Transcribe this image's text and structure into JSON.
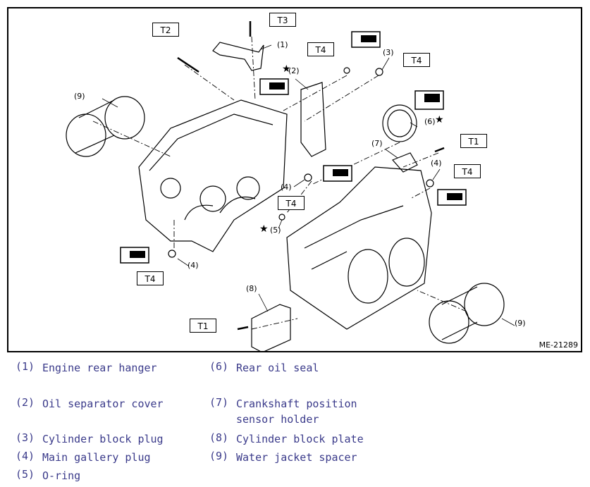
{
  "figure": {
    "code": "ME-21289",
    "torque_labels": [
      "T1",
      "T1",
      "T2",
      "T3",
      "T4",
      "T4",
      "T4",
      "T4"
    ],
    "callouts": [
      "(1)",
      "(2)",
      "(3)",
      "(4)",
      "(4)",
      "(4)",
      "(5)",
      "(6)",
      "(7)",
      "(8)",
      "(9)",
      "(9)"
    ],
    "star": "★"
  },
  "legend": [
    {
      "num": "(1)",
      "text": "Engine rear hanger"
    },
    {
      "num": "(2)",
      "text": "Oil separator cover"
    },
    {
      "num": "(3)",
      "text": "Cylinder block plug"
    },
    {
      "num": "(4)",
      "text": "Main gallery plug"
    },
    {
      "num": "(5)",
      "text": "O-ring"
    },
    {
      "num": "(6)",
      "text": "Rear oil seal"
    },
    {
      "num": "(7)",
      "text": "Crankshaft position sensor holder"
    },
    {
      "num": "(8)",
      "text": "Cylinder block plate"
    },
    {
      "num": "(9)",
      "text": "Water jacket spacer"
    }
  ]
}
